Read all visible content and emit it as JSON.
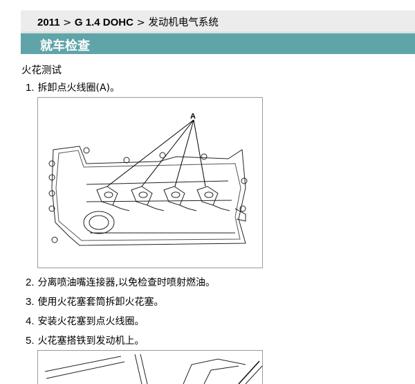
{
  "breadcrumb": {
    "year": "2011",
    "sep1": ">",
    "engine": "G 1.4 DOHC",
    "sep2": ">",
    "system": "发动机电气系统"
  },
  "section": {
    "title": "就车检查"
  },
  "subheading": "火花测试",
  "steps": [
    {
      "num": "1.",
      "text": "拆卸点火线圈(A)。"
    },
    {
      "num": "2.",
      "text": "分离喷油嘴连接器,以免检查时喷射燃油。"
    },
    {
      "num": "3.",
      "text": "使用火花塞套筒拆卸火花塞。"
    },
    {
      "num": "4.",
      "text": "安装火花塞到点火线圈。"
    },
    {
      "num": "5.",
      "text": "火花塞搭铁到发动机上。"
    }
  ],
  "figure1": {
    "callout": "A"
  }
}
